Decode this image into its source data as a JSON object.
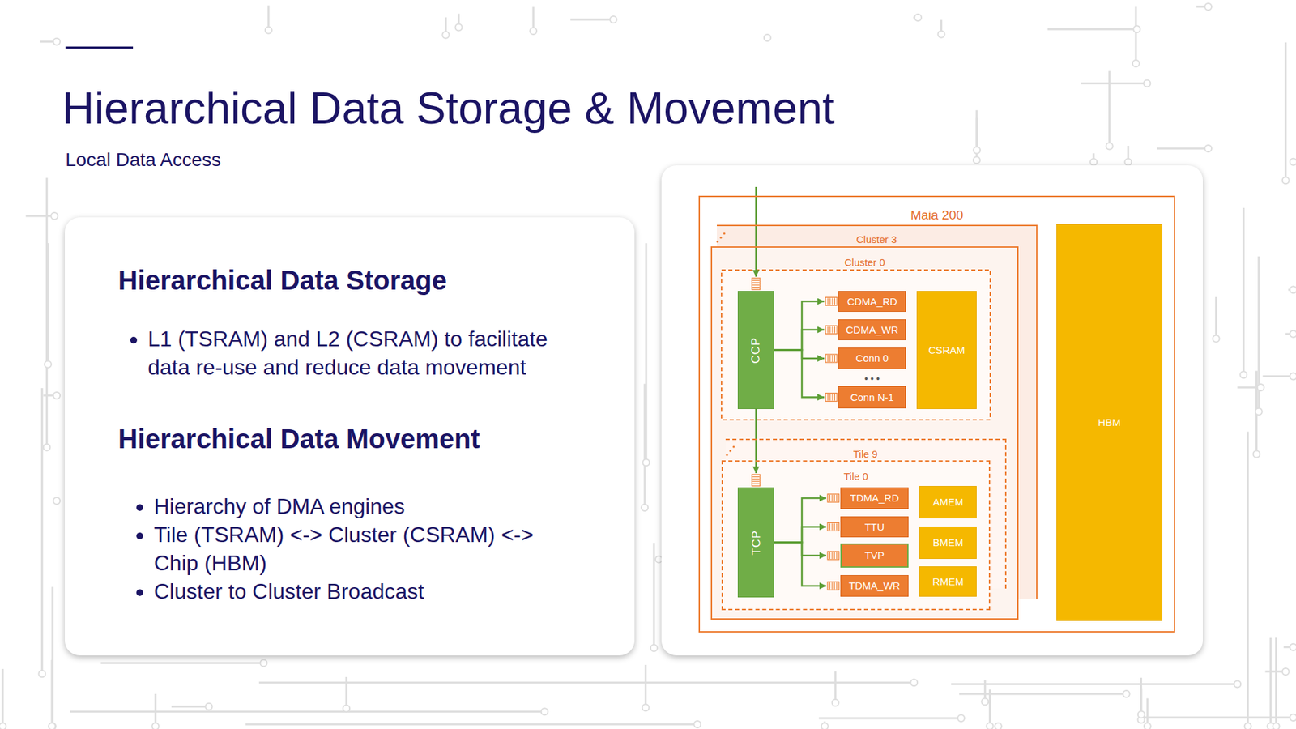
{
  "diagram": {
    "title": "Hierarchical Data Storage & Movement",
    "nodes": [
      {
        "text": [
          "Maia 200"
        ]
      },
      {
        "text": [
          "Cluster 3"
        ],
        "in": 0
      },
      {
        "text": [
          "Cluster 0"
        ],
        "in": 0
      },
      {
        "text": [
          "CCP"
        ],
        "in": 2
      },
      {
        "text": [
          "CDMA_RD"
        ],
        "in": 2
      },
      {
        "text": [
          "CDMA_WR"
        ],
        "in": 2
      },
      {
        "text": [
          "Conn 0"
        ],
        "in": 2
      },
      {
        "text": [
          "Conn N-1"
        ],
        "in": 2
      },
      {
        "text": [
          "CSRAM"
        ],
        "in": 2
      },
      {
        "text": [
          "Tile 9"
        ],
        "in": 2
      },
      {
        "text": [
          "Tile 0"
        ],
        "in": 2
      },
      {
        "text": [
          "TCP"
        ],
        "in": 10
      },
      {
        "text": [
          "TDMA_RD"
        ],
        "in": 10
      },
      {
        "text": [
          "TTU"
        ],
        "in": 10
      },
      {
        "text": [
          "TVP"
        ],
        "in": 10
      },
      {
        "text": [
          "TDMA_WR"
        ],
        "in": 10
      },
      {
        "text": [
          "AMEM"
        ],
        "in": 10
      },
      {
        "text": [
          "BMEM"
        ],
        "in": 10
      },
      {
        "text": [
          "RMEM"
        ],
        "in": 10
      },
      {
        "text": [
          "HBM"
        ],
        "in": 0
      }
    ],
    "edges": [
      {
        "from": 3,
        "to": 4,
        "arrow": "to"
      },
      {
        "from": 3,
        "to": 5,
        "arrow": "to"
      },
      {
        "from": 3,
        "to": 6,
        "arrow": "to"
      },
      {
        "from": 3,
        "to": 7,
        "arrow": "to"
      },
      {
        "from": 3,
        "to": 11,
        "arrow": "to"
      },
      {
        "from": 11,
        "to": 12,
        "arrow": "to"
      },
      {
        "from": 11,
        "to": 13,
        "arrow": "to"
      },
      {
        "from": 11,
        "to": 14,
        "arrow": "to"
      },
      {
        "from": 11,
        "to": 15,
        "arrow": "to"
      }
    ],
    "labels": [
      "Local Data Access",
      "Hierarchical Data Storage",
      "L1 (TSRAM) and L2 (CSRAM) to facilitate data re-use and reduce data movement",
      "Hierarchical Data Movement",
      "Hierarchy of DMA engines",
      "Tile (TSRAM) <-> Cluster (CSRAM) <-> Chip (HBM)",
      "Cluster to Cluster Broadcast",
      "• • •"
    ]
  }
}
